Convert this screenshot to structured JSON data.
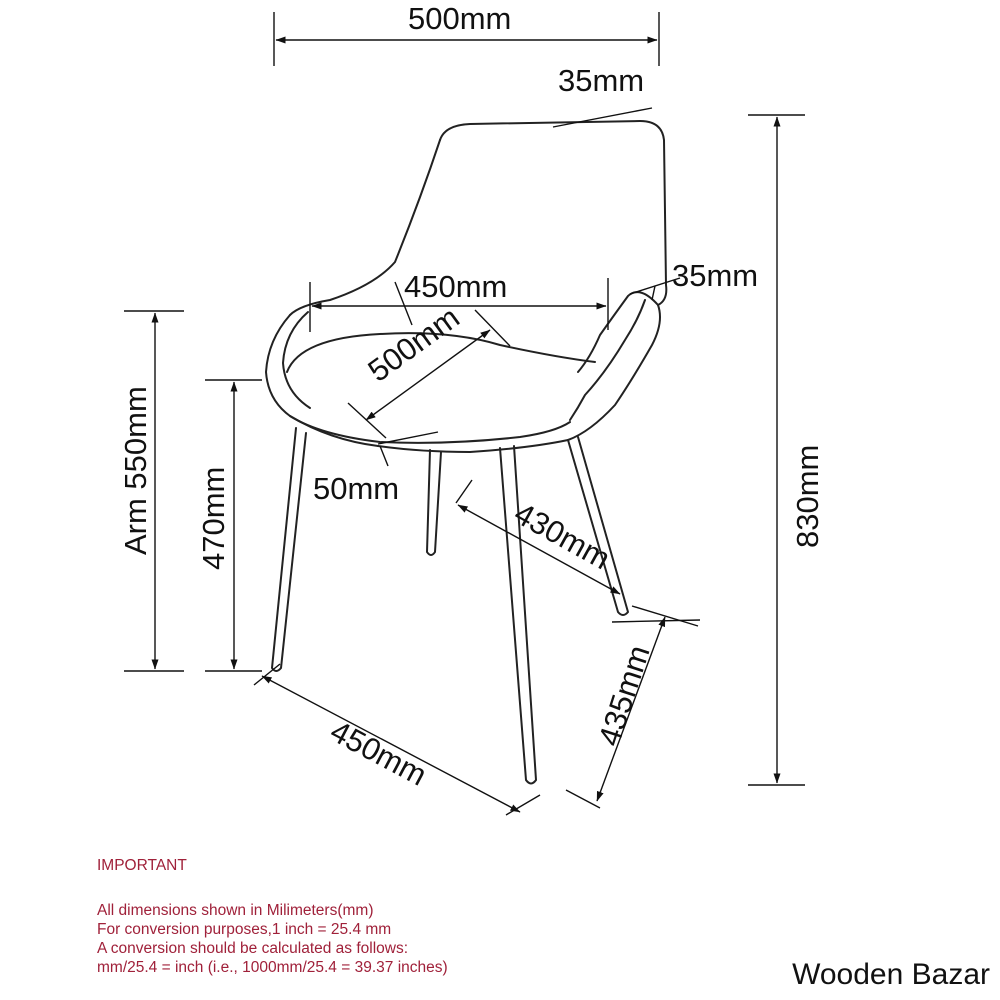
{
  "dimensions": {
    "overall_width": "500mm",
    "back_thickness": "35mm",
    "seat_width": "450mm",
    "arm_thickness": "35mm",
    "seat_depth": "500mm",
    "seat_thickness": "50mm",
    "arm_height": "Arm 550mm",
    "seat_height": "470mm",
    "total_height": "830mm",
    "leg_depth_span": "430mm",
    "leg_side_span": "435mm",
    "leg_front_span": "450mm"
  },
  "notes": {
    "title": "IMPORTANT",
    "lines": [
      "All dimensions shown in Milimeters(mm)",
      "For conversion purposes,1 inch = 25.4 mm",
      "A conversion should be calculated as follows:",
      "mm/25.4 = inch (i.e., 1000mm/25.4 = 39.37 inches)"
    ]
  },
  "brand": "Wooden Bazar"
}
